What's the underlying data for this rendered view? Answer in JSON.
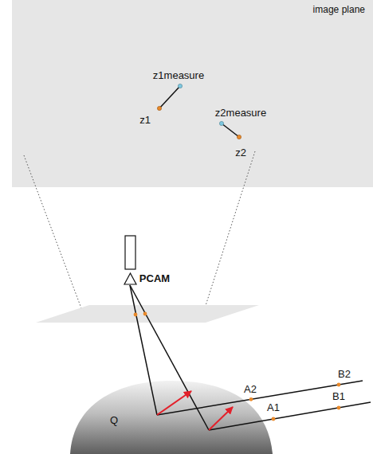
{
  "diagram": {
    "nodes": [
      {
        "text": [
          "image plane"
        ]
      }
    ],
    "labels": [
      "z1measure",
      "z1",
      "z2measure",
      "z2",
      "PCAM",
      "Q",
      "A2",
      "B2",
      "A1",
      "B1"
    ]
  }
}
